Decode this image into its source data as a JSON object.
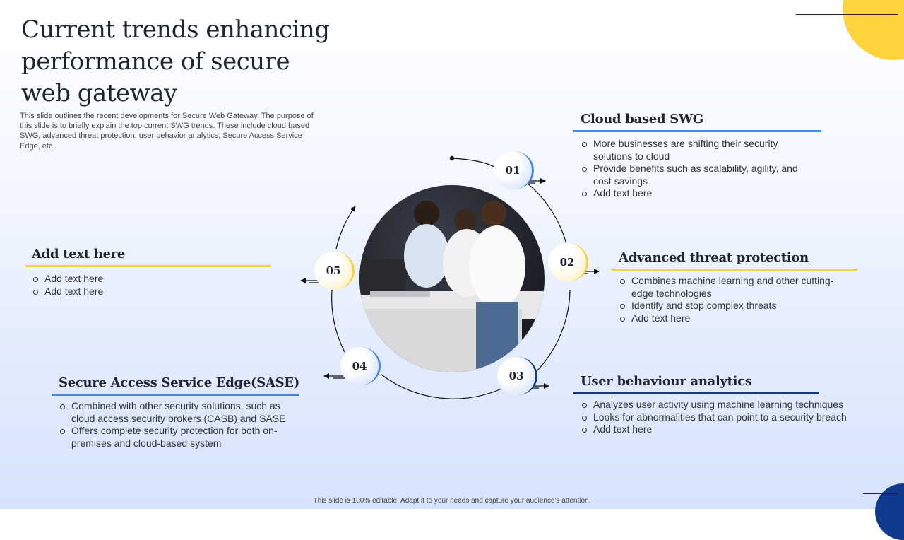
{
  "slide": {
    "title": "Current trends enhancing performance of secure web gateway",
    "subtitle": "This slide outlines the recent developments for Secure Web Gateway. The purpose of this slide is to briefly explain the top current SWG trends. These include cloud based SWG, advanced threat protection, user behavior analytics, Secure Access Service Edge, etc.",
    "footer": "This slide is 100% editable. Adapt it to your needs and capture your audience's attention."
  },
  "colors": {
    "blue_accent": "#4a86d8",
    "yellow_accent": "#f7d043",
    "navy_accent": "#103a8a",
    "title_text": "#1f2430"
  },
  "steps": [
    {
      "number": "01",
      "tone": "blue"
    },
    {
      "number": "02",
      "tone": "yellow"
    },
    {
      "number": "03",
      "tone": "blue"
    },
    {
      "number": "04",
      "tone": "blue"
    },
    {
      "number": "05",
      "tone": "yellow"
    }
  ],
  "sections": {
    "cloud": {
      "title": "Cloud based SWG",
      "bullets": [
        "More businesses are shifting their security solutions to cloud",
        "Provide benefits such as scalability, agility, and cost savings",
        "Add text here"
      ]
    },
    "threat": {
      "title": "Advanced threat protection",
      "bullets": [
        "Combines machine learning and other cutting-edge technologies",
        " Identify and stop complex threats",
        "Add text here"
      ]
    },
    "behaviour": {
      "title": "User behaviour analytics",
      "bullets": [
        "Analyzes user activity using machine learning techniques",
        "Looks for abnormalities that can point to a security breach",
        "Add text here"
      ]
    },
    "sase": {
      "title": "Secure Access Service Edge(SASE)",
      "bullets": [
        "Combined with other security solutions, such as cloud access security brokers (CASB) and SASE",
        "Offers complete security protection for both on-premises and cloud-based system"
      ]
    },
    "addtext": {
      "title": "Add text here",
      "bullets": [
        "Add text here",
        "Add text here"
      ]
    }
  },
  "image": {
    "icon": "team-meeting-photo"
  }
}
